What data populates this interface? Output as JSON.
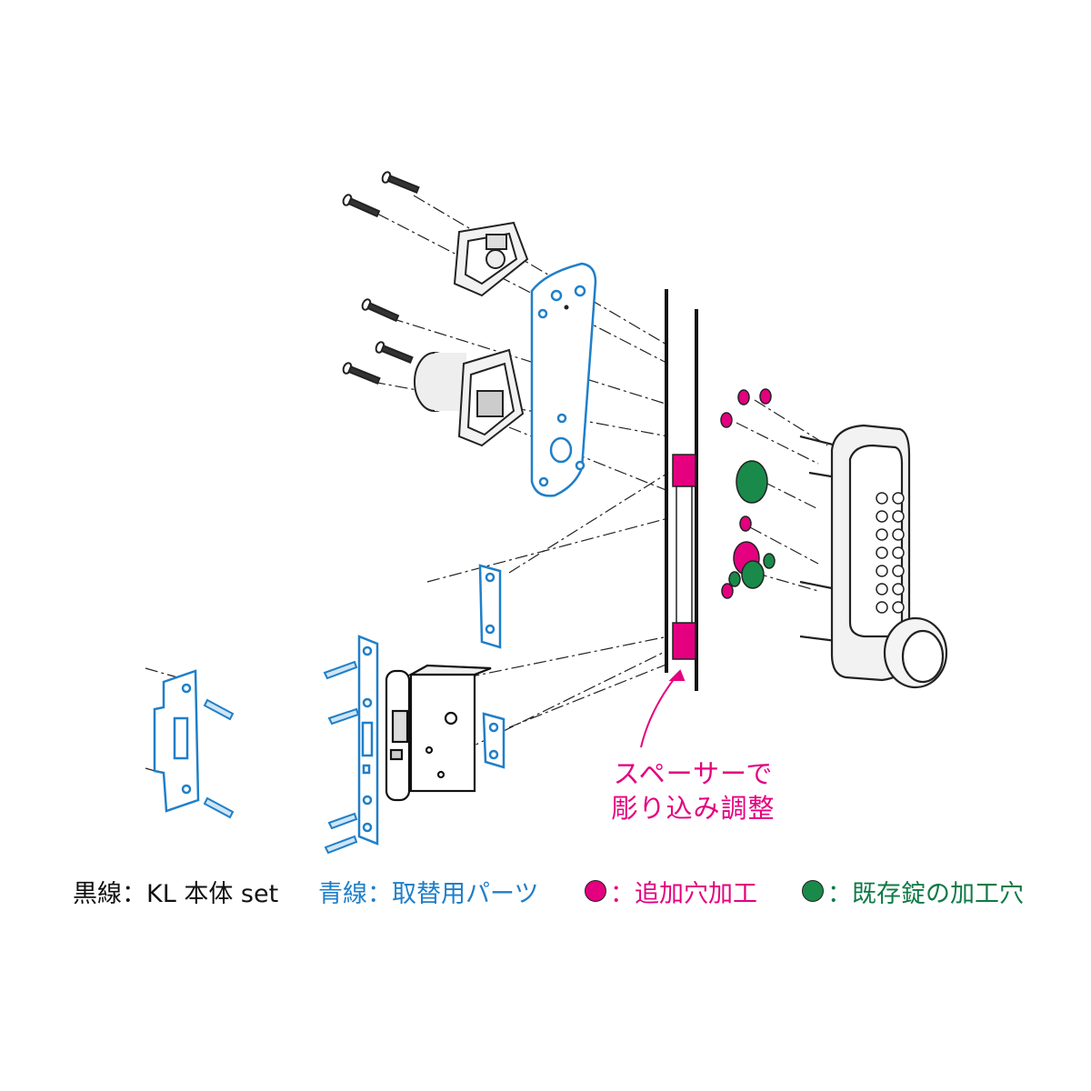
{
  "annotation": {
    "line1": "スペーサーで",
    "line2": "彫り込み調整"
  },
  "legend": {
    "black_lines": "黒線：KL 本体 set",
    "blue_lines": "青線：取替用パーツ",
    "pink_holes": "：追加穴加工",
    "green_holes": "：既存錠の加工穴"
  },
  "colors": {
    "black": "#111111",
    "blue": "#1f7fc9",
    "pink": "#e4007f",
    "green": "#1a8a4a"
  }
}
